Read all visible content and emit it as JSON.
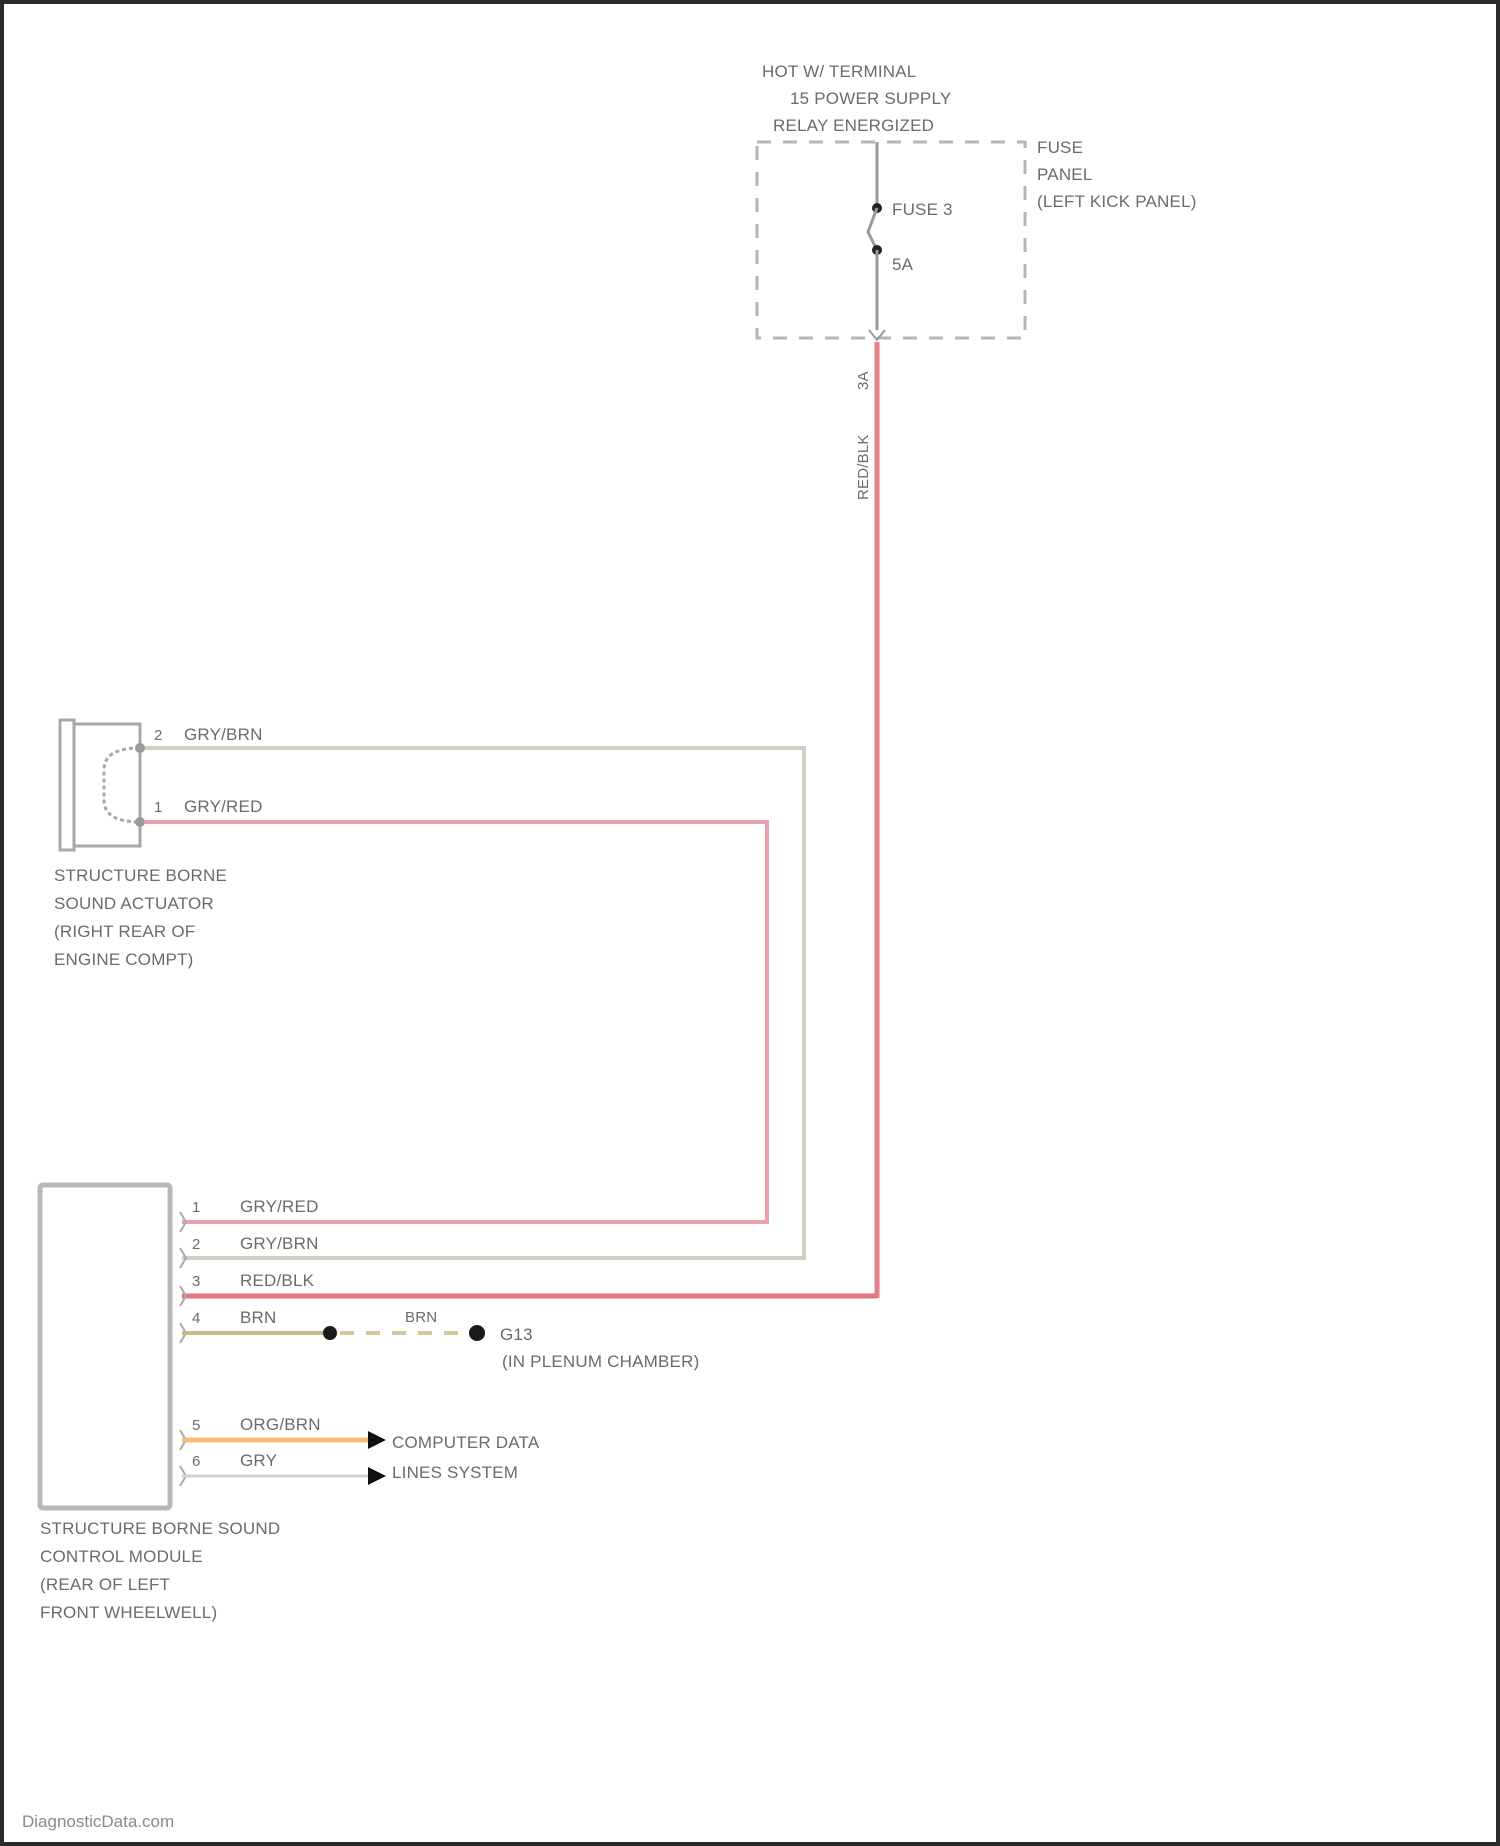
{
  "power_source": {
    "line1": "HOT W/ TERMINAL",
    "line2": "15 POWER SUPPLY",
    "line3": "RELAY ENERGIZED"
  },
  "fuse_panel": {
    "line1": "FUSE",
    "line2": "PANEL",
    "line3": "(LEFT KICK PANEL)",
    "fuse_label": "FUSE 3",
    "fuse_rating": "5A"
  },
  "wires": {
    "red_blk_vertical": {
      "color_code": "RED/BLK",
      "connector_pin": "3A",
      "hex": "#e8808c"
    },
    "gry_brn": {
      "color_code": "GRY/BRN",
      "hex": "#cfcfc4"
    },
    "gry_red": {
      "color_code": "GRY/RED",
      "hex": "#eaa0aa"
    },
    "red_blk": {
      "color_code": "RED/BLK",
      "hex": "#e57480"
    },
    "brn": {
      "color_code": "BRN",
      "hex": "#c8b98a"
    },
    "org_brn": {
      "color_code": "ORG/BRN",
      "hex": "#f2c07a"
    },
    "gry": {
      "color_code": "GRY",
      "hex": "#d2d2d2"
    }
  },
  "actuator": {
    "pin2": "2",
    "pin2_wire": "GRY/BRN",
    "pin1": "1",
    "pin1_wire": "GRY/RED",
    "label": [
      "STRUCTURE BORNE",
      "SOUND ACTUATOR",
      "(RIGHT REAR OF",
      "ENGINE COMPT)"
    ]
  },
  "control_module": {
    "pins": [
      {
        "num": "1",
        "wire": "GRY/RED"
      },
      {
        "num": "2",
        "wire": "GRY/BRN"
      },
      {
        "num": "3",
        "wire": "RED/BLK"
      },
      {
        "num": "4",
        "wire": "BRN"
      },
      {
        "num": "5",
        "wire": "ORG/BRN"
      },
      {
        "num": "6",
        "wire": "GRY"
      }
    ],
    "label": [
      "STRUCTURE BORNE SOUND",
      "CONTROL MODULE",
      "(REAR OF LEFT",
      "FRONT WHEELWELL)"
    ]
  },
  "ground": {
    "splice_wire": "BRN",
    "name": "G13",
    "location": "(IN PLENUM CHAMBER)"
  },
  "data_lines": {
    "line1": "COMPUTER DATA",
    "line2": "LINES SYSTEM"
  },
  "watermark": "DiagnosticData.com"
}
